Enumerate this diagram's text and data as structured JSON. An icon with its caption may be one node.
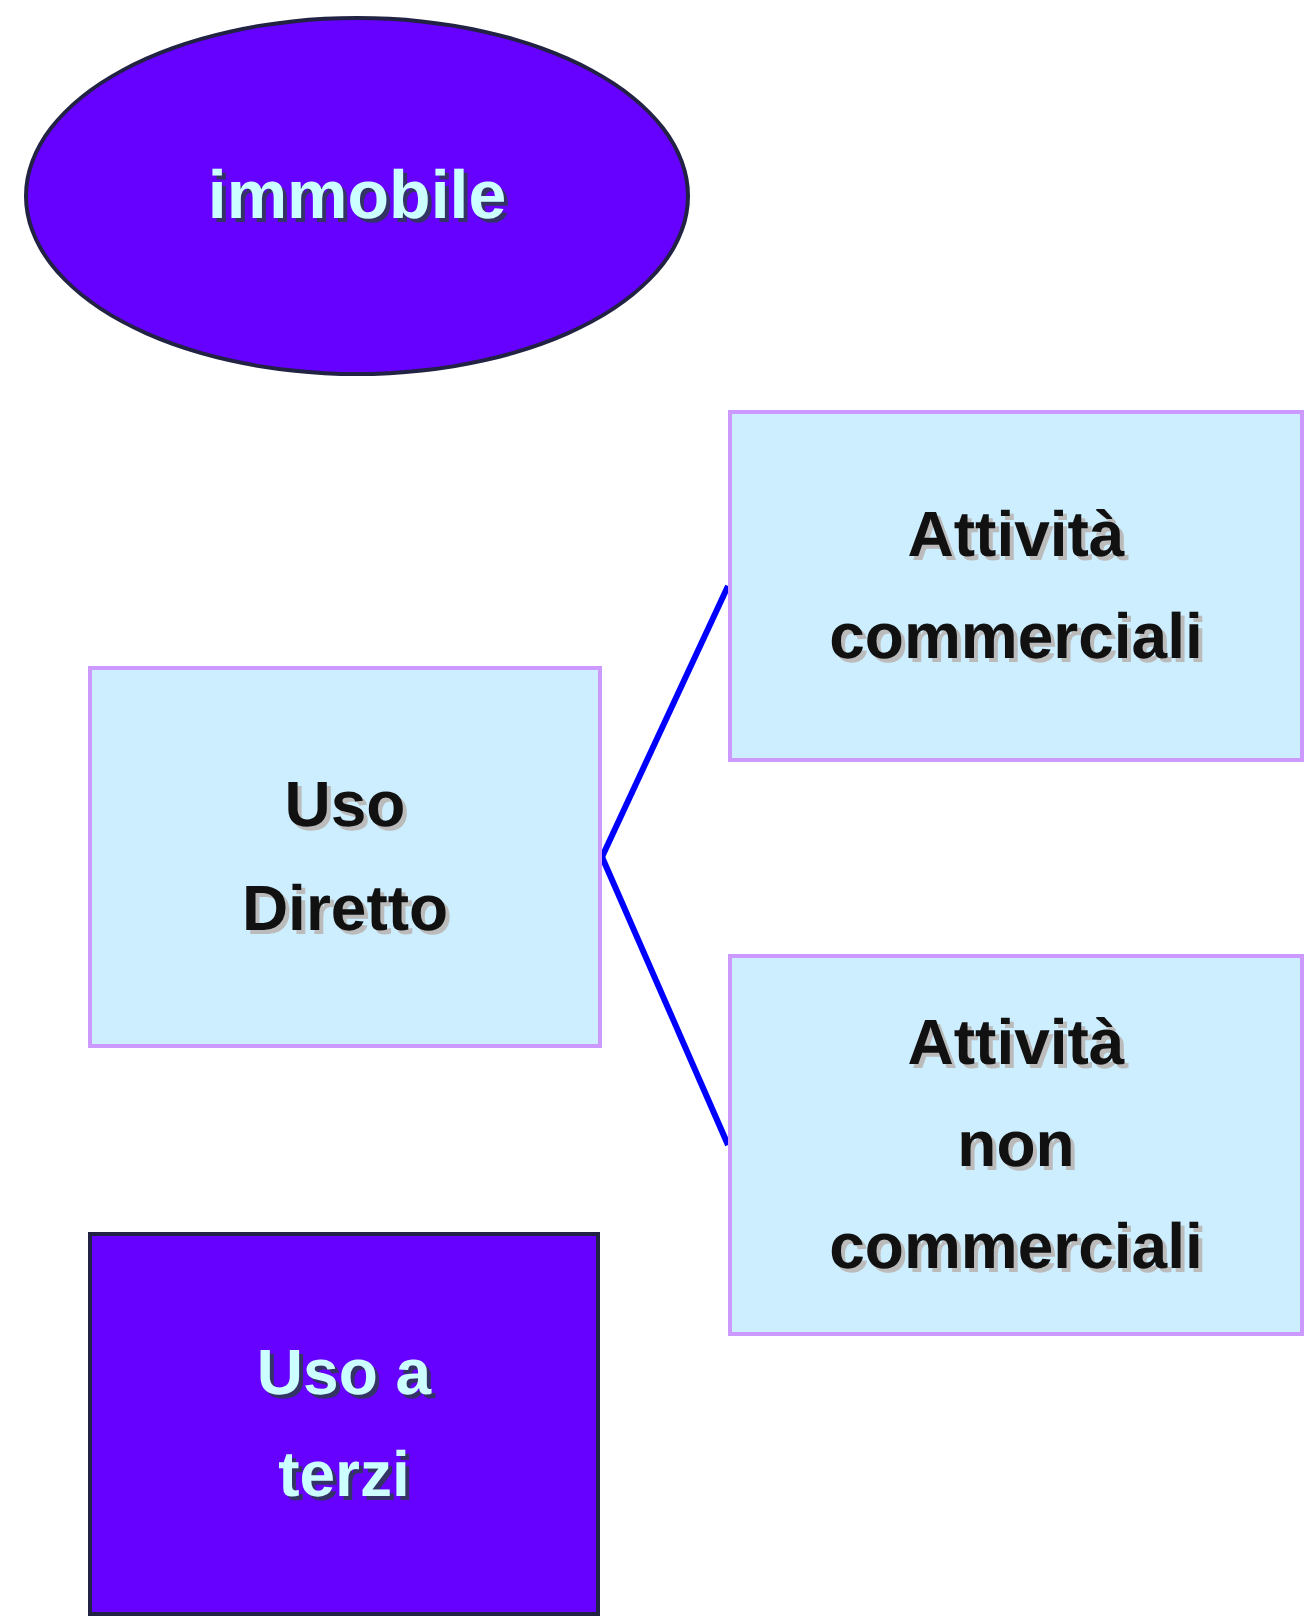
{
  "diagram": {
    "nodes": [
      {
        "text": [
          "immobile"
        ]
      },
      {
        "text": [
          "Uso Diretto"
        ]
      },
      {
        "text": [
          "Attività commerciali"
        ]
      },
      {
        "text": [
          "Attività non commerciali"
        ]
      },
      {
        "text": [
          "Uso a terzi"
        ]
      }
    ],
    "edges": [
      {
        "from": 1,
        "to": 2,
        "arrow": "none"
      },
      {
        "from": 1,
        "to": 3,
        "arrow": "none"
      }
    ]
  }
}
